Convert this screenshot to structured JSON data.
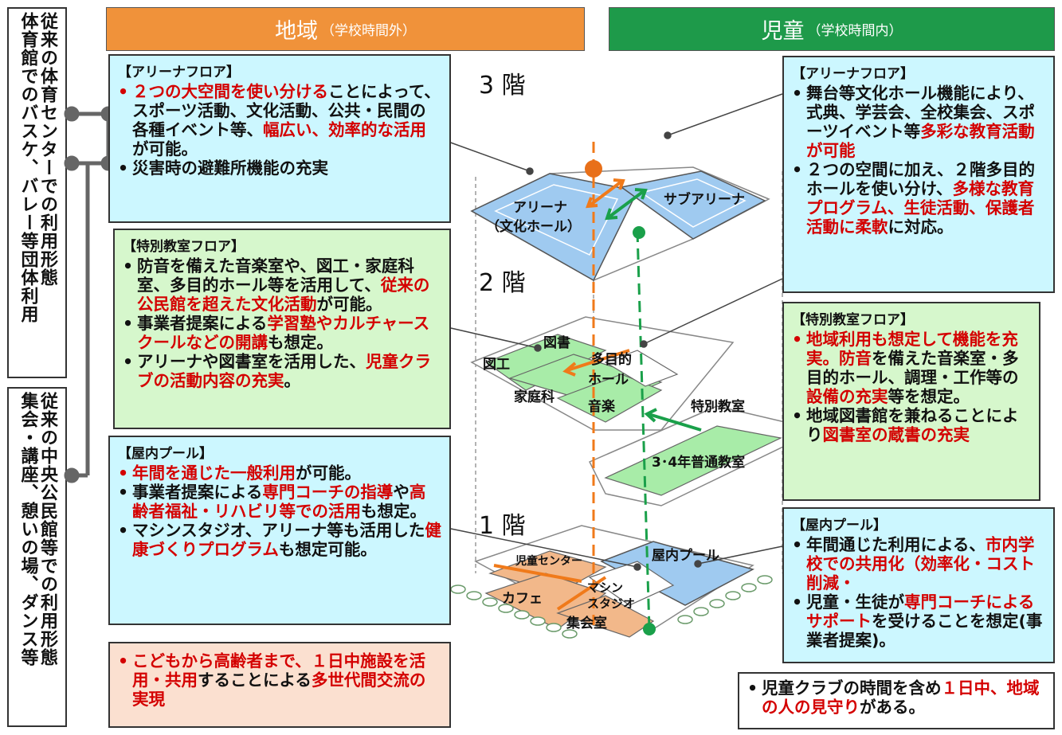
{
  "side_left_top": {
    "lines": [
      "従来の体育センターでの利用形態",
      "体育館でのバスケ、バレー等団体利用"
    ]
  },
  "side_left_bottom": {
    "lines": [
      "従来の中央公民館等での利用形態",
      "集会・講座、憩いの場、ダンス等"
    ]
  },
  "header_left": {
    "main": "地域",
    "sub": "（学校時間外）",
    "color": "#f0923a"
  },
  "header_right": {
    "main": "児童",
    "sub": "（学校時間内）",
    "color": "#1e9a4a"
  },
  "left_boxes": {
    "arena": {
      "title": "【アリーナフロア】",
      "items": [
        [
          {
            "t": "２つの大空間を使い分ける",
            "r": true
          },
          {
            "t": "ことによって、スポーツ活動、文化活動、公共・民間の各種イベント等、",
            "r": false
          },
          {
            "t": "幅広い、効率的な活用",
            "r": true
          },
          {
            "t": "が可能。",
            "r": false
          }
        ],
        [
          {
            "t": "災害時の避難所機能の充実",
            "r": false
          }
        ]
      ]
    },
    "special": {
      "title": "【特別教室フロア】",
      "items": [
        [
          {
            "t": "防音を備えた音楽室や、図工・家庭科室、多目的ホール等を活用して、",
            "r": false
          },
          {
            "t": "従来の公民館を超えた文化活動",
            "r": true
          },
          {
            "t": "が可能。",
            "r": false
          }
        ],
        [
          {
            "t": "事業者提案による",
            "r": false
          },
          {
            "t": "学習塾やカルチャースクールなどの開講",
            "r": true
          },
          {
            "t": "も想定。",
            "r": false
          }
        ],
        [
          {
            "t": "アリーナや図書室を活用した、",
            "r": false
          },
          {
            "t": "児童クラブの活動内容の充実",
            "r": true
          },
          {
            "t": "。",
            "r": false
          }
        ]
      ]
    },
    "pool": {
      "title": "【屋内プール】",
      "items": [
        [
          {
            "t": "年間を通じた一般利用",
            "r": true
          },
          {
            "t": "が可能。",
            "r": false
          }
        ],
        [
          {
            "t": "事業者提案による",
            "r": false
          },
          {
            "t": "専門コーチの指導",
            "r": true
          },
          {
            "t": "や",
            "r": false
          },
          {
            "t": "高齢者福祉・リハビリ等での活用",
            "r": true
          },
          {
            "t": "も想定。",
            "r": false
          }
        ],
        [
          {
            "t": "マシンスタジオ、アリーナ等も活用した",
            "r": false
          },
          {
            "t": "健康づくりプログラム",
            "r": true
          },
          {
            "t": "も想定可能。",
            "r": false
          }
        ]
      ]
    },
    "bottom": {
      "items": [
        [
          {
            "t": "こどもから高齢者まで、１日中施設を活用・共用",
            "r": true
          },
          {
            "t": "することによる",
            "r": false
          },
          {
            "t": "多世代間交流の実現",
            "r": true
          }
        ]
      ]
    }
  },
  "right_boxes": {
    "arena": {
      "title": "【アリーナフロア】",
      "items": [
        [
          {
            "t": "舞台等文化ホール機能により、式典、学芸会、全校集会、スポーツイベント等",
            "r": false
          },
          {
            "t": "多彩な教育活動が可能",
            "r": true
          }
        ],
        [
          {
            "t": "２つの空間に加え、２階多目的ホールを使い分け、",
            "r": false
          },
          {
            "t": "多様な教育プログラム、生徒活動、保護者活動に柔軟",
            "r": true
          },
          {
            "t": "に対応。",
            "r": false
          }
        ]
      ]
    },
    "special": {
      "title": "【特別教室フロア】",
      "items": [
        [
          {
            "t": "地域利用も想定して機能を充実。防音",
            "r": true
          },
          {
            "t": "を備えた音楽室・多目的ホール、調理・工作等の",
            "r": false
          },
          {
            "t": "設備の充実",
            "r": true
          },
          {
            "t": "等を想定。",
            "r": false
          }
        ],
        [
          {
            "t": "地域図書館を兼ねることにより",
            "r": false
          },
          {
            "t": "図書室の蔵書の充実",
            "r": true
          }
        ]
      ]
    },
    "pool": {
      "title": "【屋内プール】",
      "items": [
        [
          {
            "t": "年間通じた利用による、",
            "r": false
          },
          {
            "t": "市内学校での共用化（効率化・コスト削減・",
            "r": true
          }
        ],
        [
          {
            "t": "児童・生徒が",
            "r": false
          },
          {
            "t": "専門コーチによるサポート",
            "r": true
          },
          {
            "t": "を受けることを想定(事業者提案)。",
            "r": false
          }
        ]
      ]
    },
    "bottom": {
      "items": [
        [
          {
            "t": "児童クラブの時間を含め",
            "r": false
          },
          {
            "t": "１日中、地域の人の見守り",
            "r": true
          },
          {
            "t": "がある。",
            "r": false
          }
        ]
      ]
    }
  },
  "floors": {
    "f3": "3 階",
    "f2": "2 階",
    "f1": "1 階"
  },
  "diagram_labels": {
    "arena": "アリーナ",
    "arena_sub": "（文化ホール）",
    "subarena": "サブアリーナ",
    "library": "図書",
    "craft": "図工",
    "multipurpose1": "多目的",
    "multipurpose2": "ホール",
    "homeec": "家庭科",
    "music": "音楽",
    "special_class": "特別教室",
    "classroom": "3･4年普通教室",
    "kids_center": "児童センター",
    "machine1": "マシン",
    "machine2": "スタジオ",
    "pool": "屋内プール",
    "cafe": "カフェ",
    "meeting": "集会室"
  },
  "colors": {
    "red": "#d40000",
    "cyan": "#ccf7ff",
    "green": "#d6f7cc",
    "peach": "#fbe0d0",
    "blue_floor": "#9fcaf0",
    "green_floor": "#a8eca8",
    "orange_floor": "#f2b88a",
    "orange_line": "#f07a1a",
    "green_line": "#1aa04a"
  }
}
